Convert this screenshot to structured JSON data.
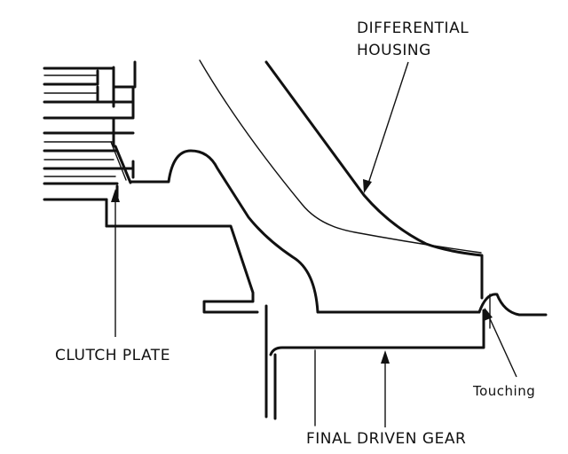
{
  "labels": {
    "differential_housing_line1": "DIFFERENTIAL",
    "differential_housing_line2": "HOUSING",
    "clutch_plate": "CLUTCH PLATE",
    "touching": "Touching",
    "final_driven_gear": "FINAL DRIVEN GEAR"
  }
}
